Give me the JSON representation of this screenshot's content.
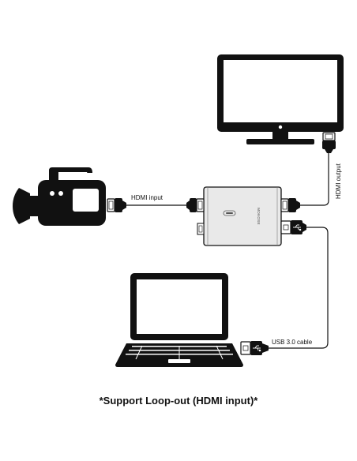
{
  "labels": {
    "hdmi_input": "HDMI input",
    "hdmi_output": "HDMI output",
    "usb_cable": "USB 3.0 cable",
    "brand": "MOKOSE"
  },
  "caption": "*Support Loop-out (HDMI  input)*",
  "colors": {
    "ink": "#111111",
    "device_fill": "#e9e9e9",
    "background": "#ffffff"
  }
}
